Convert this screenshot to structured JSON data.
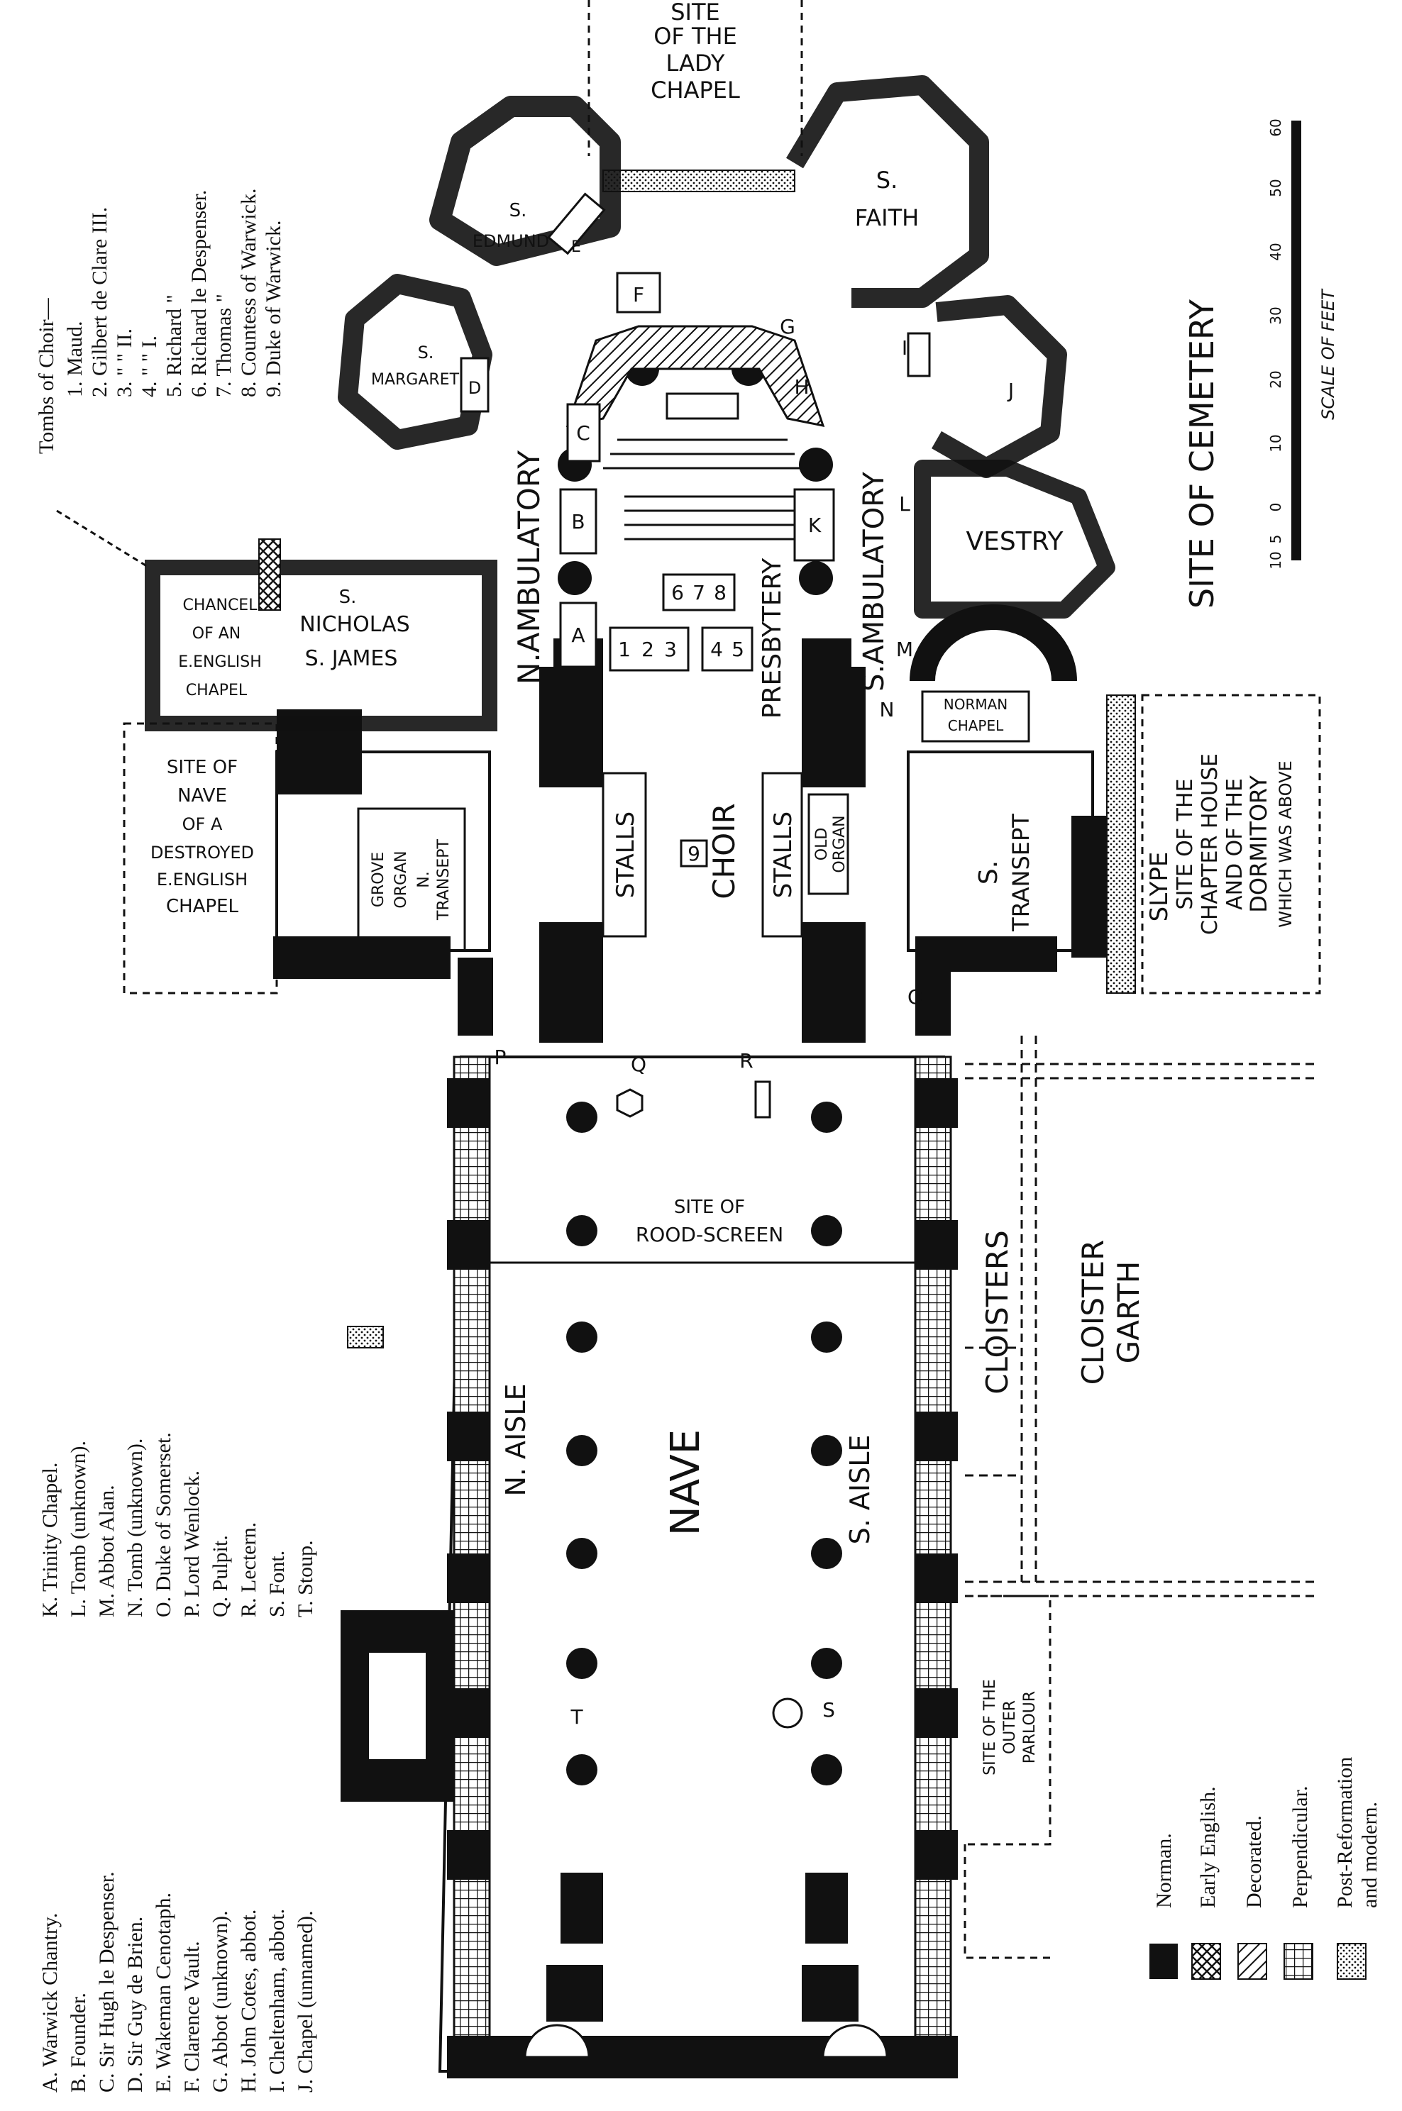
{
  "colors": {
    "ink": "#111111",
    "paper": "#ffffff"
  },
  "patterns": {
    "norman": "solid-black",
    "early_english": "crosshatch",
    "decorated": "diagonal-hatch",
    "perpendicular": "grid",
    "post_reformation": "stipple"
  },
  "plan_labels": {
    "lady_chapel": [
      "SITE",
      "OF THE",
      "LADY",
      "CHAPEL"
    ],
    "s_faith": [
      "S.",
      "FAITH"
    ],
    "s_edmund": [
      "S.",
      "EDMUND"
    ],
    "s_margaret": [
      "S.",
      "MARGARET"
    ],
    "chancel": [
      "CHANCEL",
      "OF AN",
      "E.ENGLISH",
      "CHAPEL"
    ],
    "s_nicholas": [
      "S.",
      "NICHOLAS",
      "S. JAMES"
    ],
    "site_nave_chapel": [
      "SITE OF",
      "NAVE",
      "OF A",
      "DESTROYED",
      "E.ENGLISH",
      "CHAPEL"
    ],
    "grove_organ": [
      "GROVE",
      "ORGAN",
      "N.",
      "TRANSEPT"
    ],
    "n_ambulatory": "N.AMBULATORY",
    "s_ambulatory": "S.AMBULATORY",
    "presbytery": "PRESBYTERY",
    "choir": "CHOIR",
    "stalls": "STALLS",
    "old_organ": [
      "OLD",
      "ORGAN"
    ],
    "vestry": "VESTRY",
    "norman_chapel": [
      "NORMAN",
      "CHAPEL"
    ],
    "s_transept": [
      "S.",
      "TRANSEPT"
    ],
    "slype": "SLYPE",
    "chapter_house": [
      "SITE OF THE",
      "CHAPTER HOUSE",
      "AND OF THE",
      "DORMITORY",
      "WHICH WAS ABOVE"
    ],
    "site_of_cemetery": "SITE OF CEMETERY",
    "rood_screen": [
      "SITE OF",
      "ROOD-SCREEN"
    ],
    "cloisters": "CLOISTERS",
    "cloister_garth": [
      "CLOISTER",
      "GARTH"
    ],
    "nave": "NAVE",
    "n_aisle": "N. AISLE",
    "s_aisle": "S. AISLE",
    "outer_parlour": [
      "SITE OF THE",
      "OUTER",
      "PARLOUR"
    ]
  },
  "letter_labels": [
    "A",
    "B",
    "C",
    "D",
    "E",
    "F",
    "G",
    "H",
    "I",
    "J",
    "K",
    "L",
    "M",
    "N",
    "O",
    "P",
    "Q",
    "R",
    "S",
    "T"
  ],
  "tomb_numbers": [
    "1",
    "2",
    "3",
    "4",
    "5",
    "6",
    "7",
    "8",
    "9"
  ],
  "scale": {
    "ticks": [
      "10",
      "5",
      "0",
      "10",
      "20",
      "30",
      "40",
      "50",
      "60"
    ],
    "label": "SCALE OF FEET"
  },
  "legend": {
    "tombs_heading": "Tombs of Choir—",
    "tombs": [
      "1. Maud.",
      "2. Gilbert de Clare III.",
      "3. \"  \"  II.",
      "4. \"  \"  I.",
      "5. Richard \"",
      "6. Richard le Despenser.",
      "7. Thomas \"",
      "8. Countess of Warwick.",
      "9. Duke of Warwick."
    ],
    "key_a_j": [
      "A. Warwick Chantry.",
      "B. Founder.",
      "C. Sir Hugh le Despenser.",
      "D. Sir Guy de Brien.",
      "E. Wakeman Cenotaph.",
      "F. Clarence Vault.",
      "G. Abbot (unknown).",
      "H. John Cotes, abbot.",
      "I. Cheltenham, abbot.",
      "J. Chapel (unnamed)."
    ],
    "key_k_t": [
      "K. Trinity Chapel.",
      "L. Tomb (unknown).",
      "M. Abbot Alan.",
      "N. Tomb (unknown).",
      "O. Duke of Somerset.",
      "P. Lord Wenlock.",
      "Q. Pulpit.",
      "R. Lectern.",
      "S. Font.",
      "T. Stoup."
    ],
    "styles": [
      "Norman.",
      "Early English.",
      "Decorated.",
      "Perpendicular.",
      "Post-Reformation",
      "and modern."
    ]
  }
}
